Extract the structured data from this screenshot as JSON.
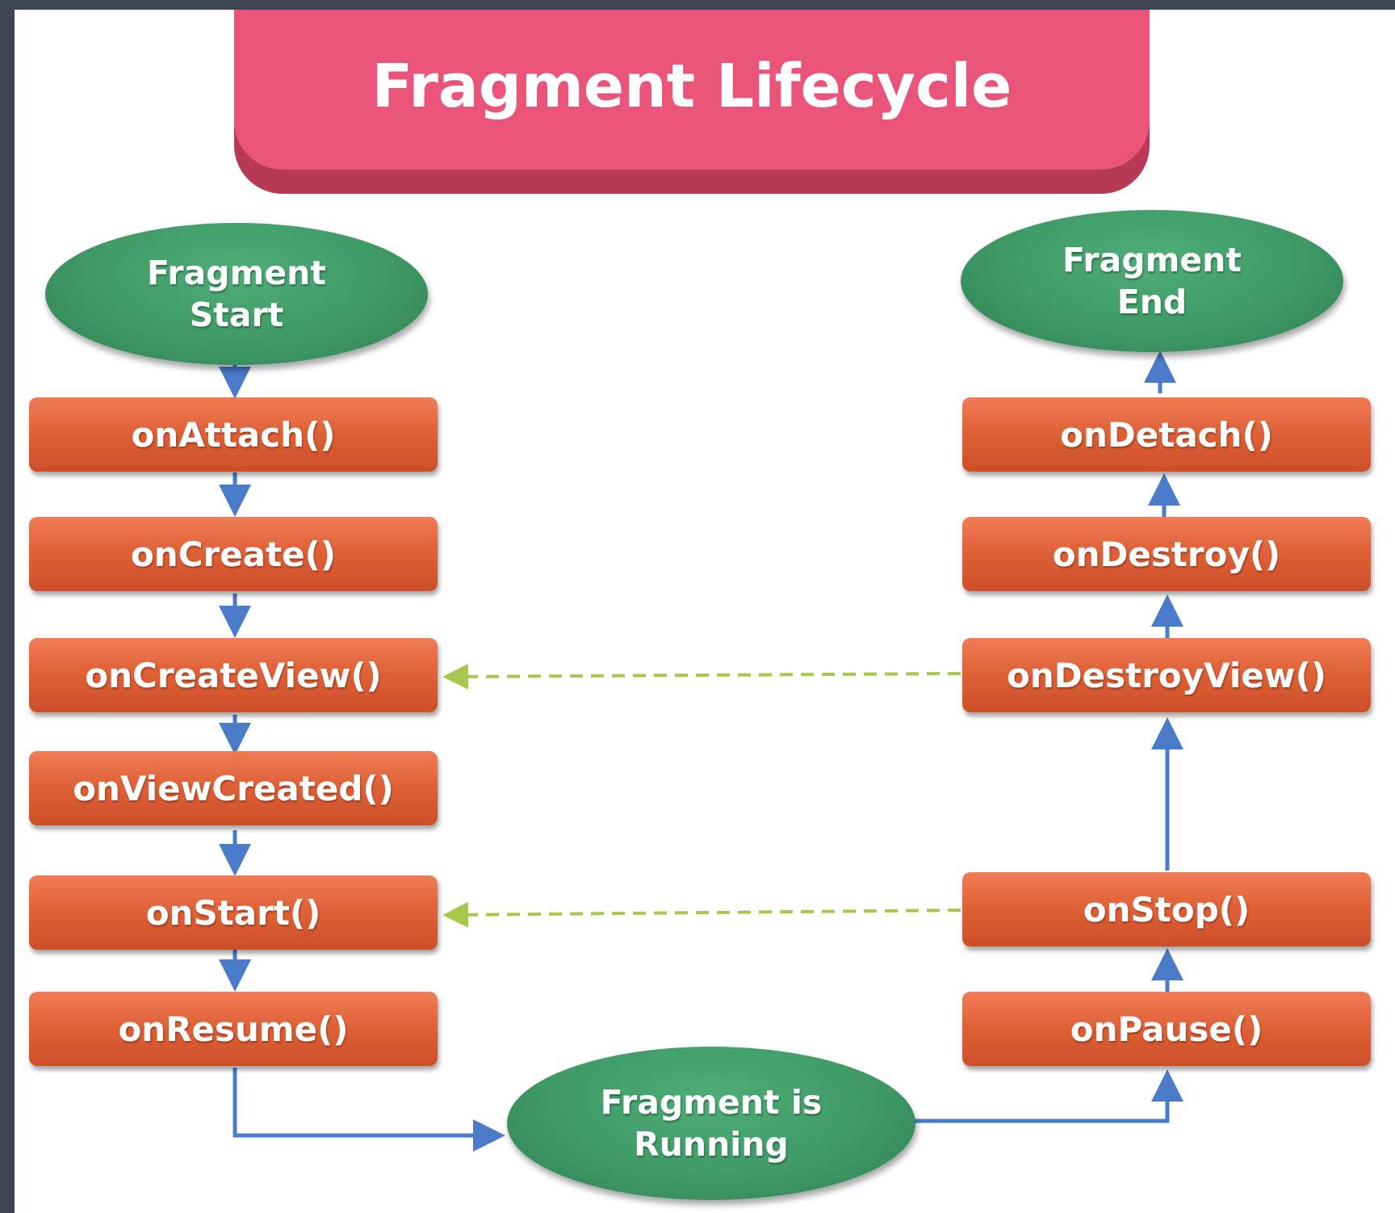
{
  "title": "Fragment Lifecycle",
  "nodes": {
    "start": "Fragment\nStart",
    "end": "Fragment\nEnd",
    "running": "Fragment is\nRunning"
  },
  "left_column": [
    "onAttach()",
    "onCreate()",
    "onCreateView()",
    "onViewCreated()",
    "onStart()",
    "onResume()"
  ],
  "right_column": [
    "onDetach()",
    "onDestroy()",
    "onDestroyView()",
    "onStop()",
    "onPause()"
  ],
  "colors": {
    "banner": "#ea5479",
    "box": "#e06238",
    "oval": "#3f9a66",
    "arrow": "#4a7cc9",
    "dashed_arrow": "#a7c84a"
  }
}
